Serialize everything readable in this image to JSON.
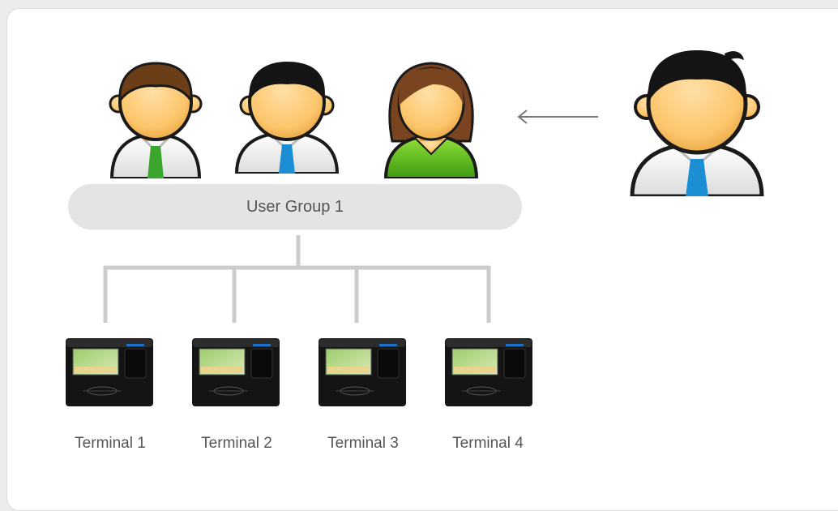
{
  "diagram": {
    "group_label": "User Group 1",
    "users": [
      {
        "icon": "man-green-tie-icon",
        "hair": "#6b3e17",
        "tie": "#3aa62e",
        "shirt": "#ffffff"
      },
      {
        "icon": "man-blue-tie-icon",
        "hair": "#141414",
        "tie": "#1c8fd4",
        "shirt": "#ffffff"
      },
      {
        "icon": "woman-green-top-icon",
        "hair": "#7a4420",
        "top": "#66c21c"
      }
    ],
    "new_user": {
      "icon": "man-blue-tie-icon",
      "hair": "#141414",
      "tie": "#1c8fd4"
    },
    "arrow": {
      "direction": "left",
      "icon": "arrow-left-icon"
    },
    "terminals": [
      {
        "label": "Terminal 1",
        "icon": "access-terminal-icon"
      },
      {
        "label": "Terminal 2",
        "icon": "access-terminal-icon"
      },
      {
        "label": "Terminal 3",
        "icon": "access-terminal-icon"
      },
      {
        "label": "Terminal 4",
        "icon": "access-terminal-icon"
      }
    ],
    "colors": {
      "pill": "#e4e4e4",
      "connector": "#cccccc",
      "skin": "#fcc56a",
      "terminal_body": "#141414"
    }
  }
}
